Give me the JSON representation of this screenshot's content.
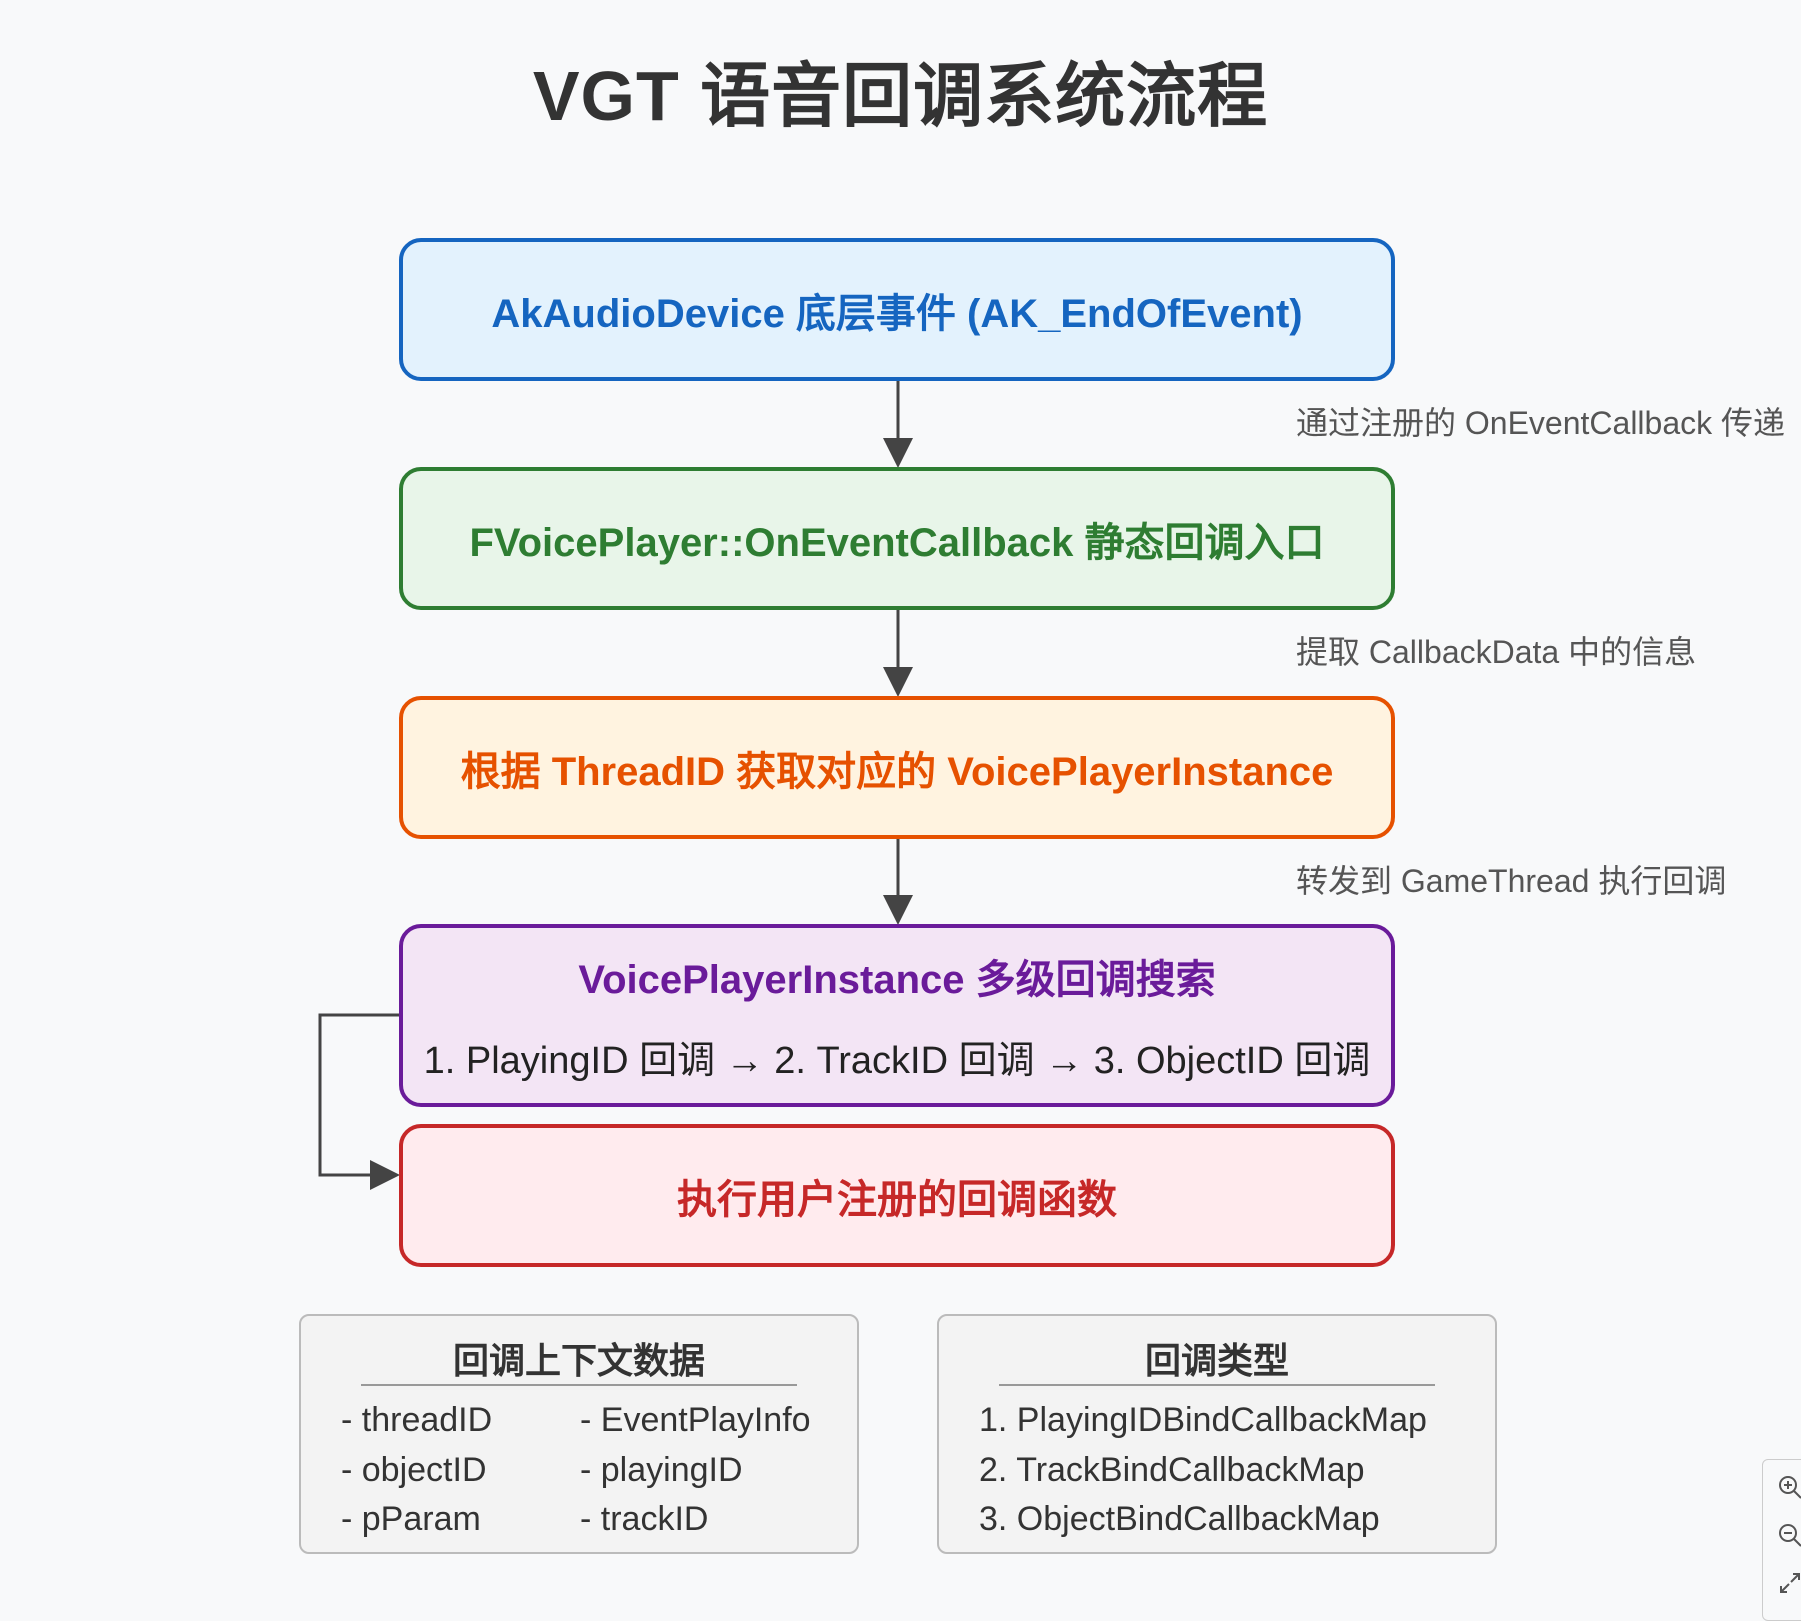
{
  "title": "VGT 语音回调系统流程",
  "nodes": [
    {
      "label": "AkAudioDevice 底层事件 (AK_EndOfEvent)",
      "color": "#1565c0",
      "fill": "#e3f2fd"
    },
    {
      "label": "FVoicePlayer::OnEventCallback 静态回调入口",
      "color": "#2e7d32",
      "fill": "#e8f5e9"
    },
    {
      "label": "根据 ThreadID 获取对应的 VoicePlayerInstance",
      "color": "#e65100",
      "fill": "#fff3e0"
    },
    {
      "label": "VoicePlayerInstance 多级回调搜索",
      "sub": "1. PlayingID 回调 → 2. TrackID 回调 → 3. ObjectID 回调",
      "color": "#6a1b9a",
      "fill": "#f3e5f5"
    },
    {
      "label": "执行用户注册的回调函数",
      "color": "#c62828",
      "fill": "#ffebee"
    }
  ],
  "edges": [
    {
      "label": "通过注册的 OnEventCallback 传递"
    },
    {
      "label": "提取 CallbackData 中的信息"
    },
    {
      "label": "转发到 GameThread 执行回调"
    }
  ],
  "context_panel": {
    "title": "回调上下文数据",
    "col1": [
      "- threadID",
      "- objectID",
      "- pParam"
    ],
    "col2": [
      "- EventPlayInfo",
      "- playingID",
      "- trackID"
    ]
  },
  "types_panel": {
    "title": "回调类型",
    "items": [
      "1. PlayingIDBindCallbackMap",
      "2. TrackBindCallbackMap",
      "3. ObjectBindCallbackMap"
    ]
  },
  "zoom_controls": [
    {
      "icon": "zoom-in-icon"
    },
    {
      "icon": "zoom-out-icon"
    },
    {
      "icon": "fit-view-icon"
    }
  ]
}
